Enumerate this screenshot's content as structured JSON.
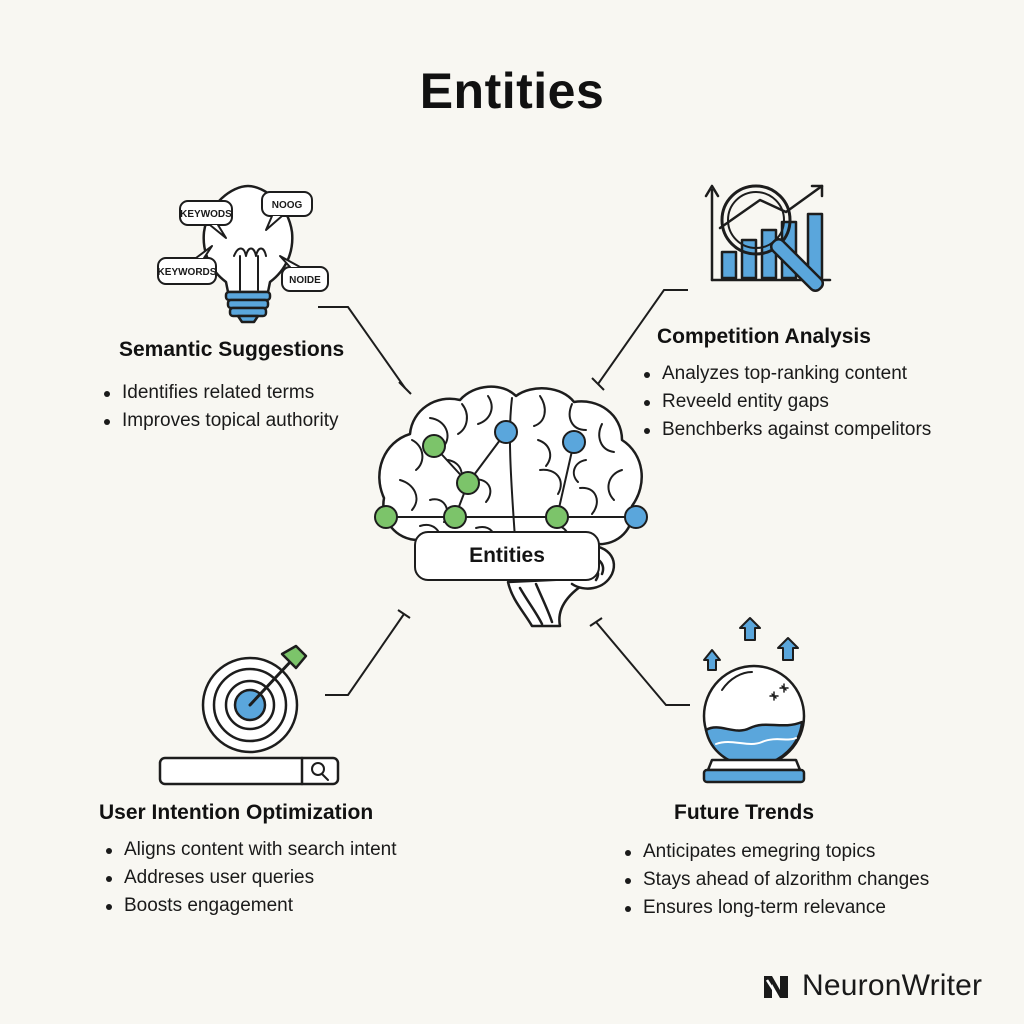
{
  "title": "Entities",
  "center": {
    "label": "Entities"
  },
  "sections": {
    "semantic": {
      "title": "Semantic Suggestions",
      "bullets": [
        "Identifies related terms",
        "Improves topical authority"
      ],
      "bubbles": [
        "KEYWODS",
        "NOOG",
        "KEYWORDS",
        "NOIDE"
      ]
    },
    "competition": {
      "title": "Competition Analysis",
      "bullets": [
        "Analyzes top-ranking content",
        "Reveeld entity gaps",
        "Benchberks against compelitors"
      ]
    },
    "intention": {
      "title": "User Intention Optimization",
      "bullets": [
        "Aligns content with search intent",
        "Addreses user queries",
        "Boosts engagement"
      ]
    },
    "trends": {
      "title": "Future Trends",
      "bullets": [
        "Anticipates emegring topics",
        "Stays ahead of alzorithm changes",
        "Ensures long-term relevance"
      ]
    }
  },
  "brand": {
    "name": "NeuronWriter"
  },
  "colors": {
    "blue": "#5aa6dc",
    "green": "#7cc46a",
    "ink": "#1d1d1d",
    "background": "#f8f7f2"
  },
  "icons": {
    "semantic": "lightbulb-icon",
    "competition": "magnifier-chart-icon",
    "intention": "target-search-icon",
    "trends": "crystal-ball-icon",
    "center": "brain-network-icon"
  }
}
